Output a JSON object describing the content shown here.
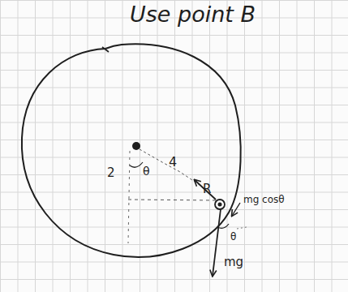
{
  "diagram": {
    "title": "Use point B",
    "labels": [
      "2",
      "θ",
      "4",
      "R",
      "mg cosθ",
      "θ",
      "mg"
    ]
  }
}
